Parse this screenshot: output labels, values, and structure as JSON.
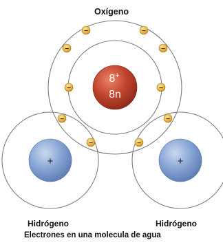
{
  "diagram": {
    "title": "Oxígeno",
    "caption": "Electrones en una molecula de agua",
    "oxygen": {
      "protons_label": "8",
      "protons_sup": "+",
      "neutrons_label": "8n",
      "color": "#c0432c"
    },
    "hydrogen_left": {
      "label": "Hidrógeno",
      "nucleus_symbol": "+",
      "color": "#86a4d3"
    },
    "hydrogen_right": {
      "label": "Hidrógeno",
      "nucleus_symbol": "+",
      "color": "#86a4d3"
    },
    "electron": {
      "symbol": "−",
      "color": "#e9b84a"
    }
  }
}
